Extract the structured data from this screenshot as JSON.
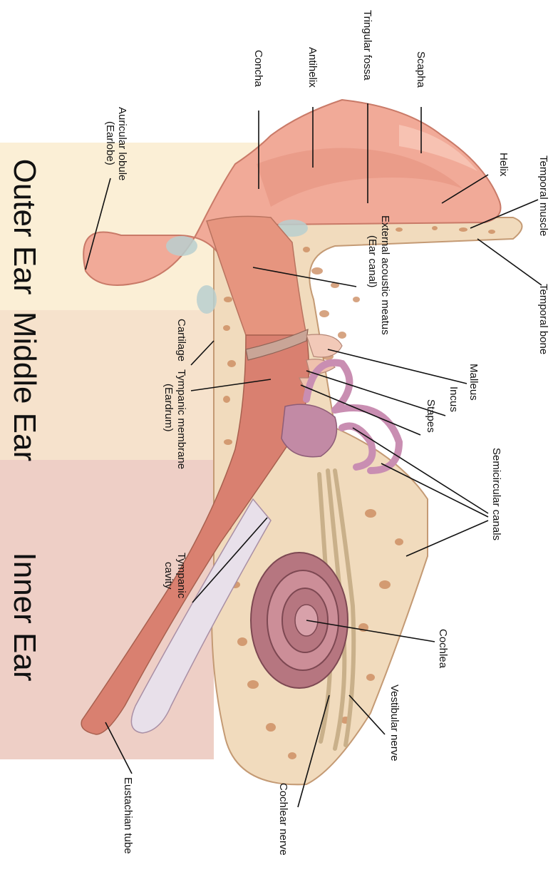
{
  "regions": {
    "outer": "Outer Ear",
    "middle": "Middle Ear",
    "inner": "Inner Ear"
  },
  "labels": {
    "auricular_lobule_1": "Auricular lobule",
    "auricular_lobule_2": "(Earlobe)",
    "concha": "Concha",
    "antihelix": "Antihelix",
    "tringular_fossa": "Tringular fossa",
    "scapha": "Scapha",
    "helix": "Helix",
    "temporal_muscle": "Temporal muscle",
    "temporal_bone": "Temporal bone",
    "external_meatus_1": "External acoustic meatus",
    "external_meatus_2": "(Ear canal)",
    "cartilage": "Cartilage",
    "tympanic_membrane_1": "Tympanic membrane",
    "tympanic_membrane_2": "(Eardrum)",
    "tympanic_cavity_1": "Tympanic",
    "tympanic_cavity_2": "cavity",
    "malleus": "Malleus",
    "incus": "Incus",
    "stapes": "Stapes",
    "semicircular_canals": "Semicircular canals",
    "cochlea": "Cochlea",
    "vestibular_nerve": "Vestibular nerve",
    "cochlear_nerve": "Cochlear nerve",
    "eustachian_tube": "Eustachian tube"
  },
  "colors": {
    "outer_band": "#fbefd6",
    "middle_band": "#f6e2cc",
    "inner_band": "#eecfc6",
    "skin": "#f1aa98",
    "skin_dark": "#dc8a78",
    "bone": "#f1dbbd",
    "bone_spot": "#c98659",
    "cartilage": "#b9cfcf",
    "cochlea": "#b67680",
    "nerve": "#c9b08a"
  }
}
